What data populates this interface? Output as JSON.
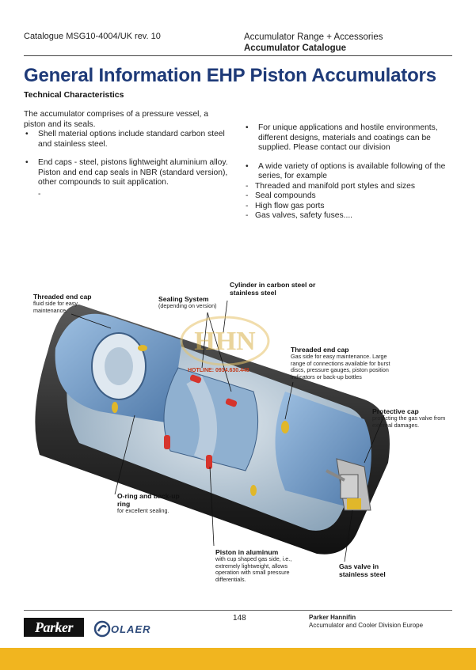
{
  "header": {
    "catalogue_ref": "Catalogue MSG10-4004/UK rev. 10",
    "range": "Accumulator Range + Accessories",
    "catalogue_name": "Accumulator Catalogue"
  },
  "title": "General Information EHP Piston Accumulators",
  "section_title": "Technical Characteristics",
  "left_column": {
    "intro": "The accumulator comprises of a pressure vessel, a piston and its seals.",
    "bullet1": "Shell material options include standard carbon steel and stainless steel.",
    "bullet2": "End caps - steel, pistons lightweight aluminium alloy. Piston and end cap seals in NBR (standard version), other compounds to suit application.",
    "dash_only": "-"
  },
  "right_column": {
    "bullet1": "For unique applications and hostile environments, different designs, materials and coatings can be supplied. Please contact our division",
    "bullet2": "A wide variety of options is available following of the series, for example",
    "options": [
      "Threaded and manifold port styles and sizes",
      "Seal compounds",
      "High flow gas ports",
      "Gas valves, safety fuses...."
    ]
  },
  "callouts": {
    "threaded_end_cap_fluid": {
      "title": "Threaded end cap",
      "text": "fluid side for easy maintenance."
    },
    "sealing_system": {
      "title": "Sealing System",
      "text": "(depending on version)"
    },
    "cylinder": {
      "title": "Cylinder in carbon steel or stainless steel"
    },
    "threaded_end_cap_gas": {
      "title": "Threaded end cap",
      "text": "Gas side for easy maintenance. Large range of connections available for burst discs, pressure gauges, piston position indicators or back-up bottles"
    },
    "protective_cap": {
      "title": "Protective cap",
      "text": "protecting the gas valve from external damages."
    },
    "o_ring": {
      "title": "O-ring and back-up ring",
      "text": "for excellent sealing."
    },
    "piston": {
      "title": "Piston in aluminum",
      "text": "with cup shaped gas side, i.e., extremely lightweight, allows operation with small pressure differentials."
    },
    "gas_valve": {
      "title": "Gas valve in stainless steel"
    }
  },
  "watermark": {
    "logo_text": "HHN",
    "hotline": "HOTLINE: 0934.630.448"
  },
  "footer": {
    "page_number": "148",
    "company": "Parker Hannifin",
    "division": "Accumulator and Cooler Division Europe",
    "logo_parker": "Parker",
    "logo_olaer": "OLAER"
  },
  "colors": {
    "title_blue": "#1e3a78",
    "footer_bar": "#f1b51f",
    "cap_blue": "#7fa4cf",
    "seal_red": "#d6342c"
  }
}
